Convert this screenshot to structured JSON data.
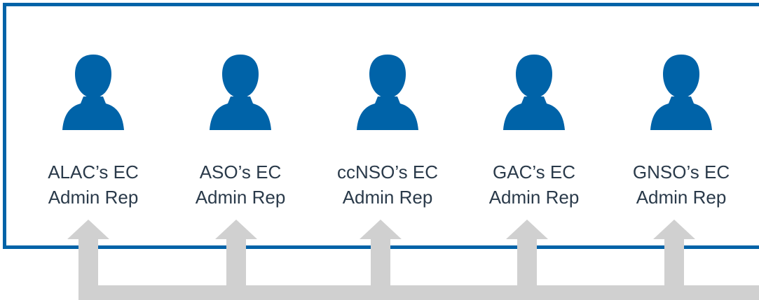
{
  "colors": {
    "frame": "#0063a8",
    "icon": "#0063a8",
    "arrow": "#d0d0d0",
    "text": "#2a3a4a"
  },
  "representatives": [
    {
      "icon": "person-icon",
      "line1": "ALAC’s EC",
      "line2": "Admin Rep"
    },
    {
      "icon": "person-icon",
      "line1": "ASO’s EC",
      "line2": "Admin Rep"
    },
    {
      "icon": "person-icon",
      "line1": "ccNSO’s EC",
      "line2": "Admin Rep"
    },
    {
      "icon": "person-icon",
      "line1": "GAC’s EC",
      "line2": "Admin Rep"
    },
    {
      "icon": "person-icon",
      "line1": "GNSO’s EC",
      "line2": "Admin Rep"
    }
  ]
}
